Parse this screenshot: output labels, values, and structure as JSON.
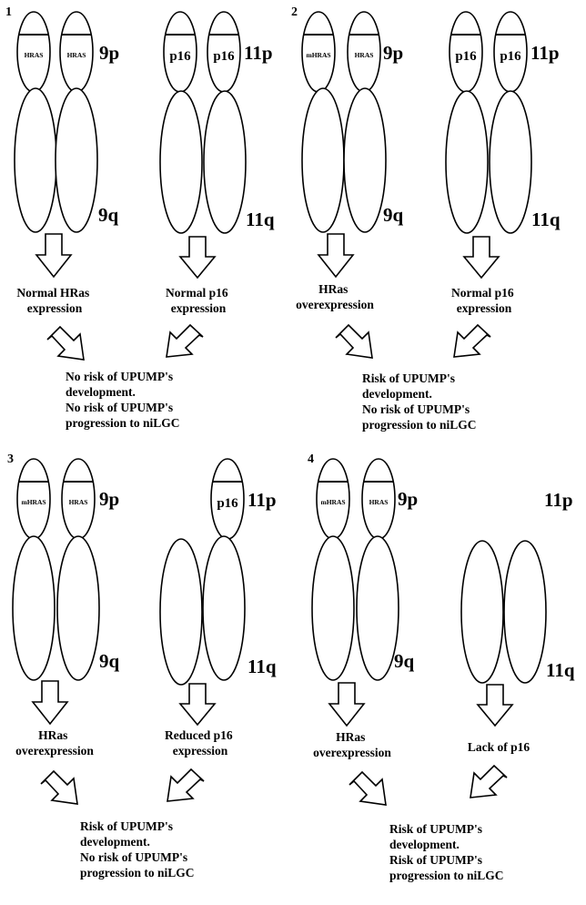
{
  "panels": [
    {
      "number": "1",
      "chr9": {
        "gene_left": "HRAS",
        "gene_right": "HRAS",
        "p_arm": "9p",
        "q_arm": "9q"
      },
      "chr11": {
        "gene_left": "p16",
        "gene_right": "p16",
        "p_arm": "11p",
        "q_arm": "11q"
      },
      "left_label": [
        "Normal HRas",
        "expression"
      ],
      "right_label": [
        "Normal p16",
        "expression"
      ],
      "result": [
        "No risk of UPUMP's",
        "development.",
        "No risk of UPUMP's",
        "progression to niLGC"
      ]
    },
    {
      "number": "2",
      "chr9": {
        "gene_left": "mHRAS",
        "gene_right": "HRAS",
        "p_arm": "9p",
        "q_arm": "9q"
      },
      "chr11": {
        "gene_left": "p16",
        "gene_right": "p16",
        "p_arm": "11p",
        "q_arm": "11q"
      },
      "left_label": [
        "HRas",
        "overexpression"
      ],
      "right_label": [
        "Normal p16",
        "expression"
      ],
      "result": [
        "Risk of UPUMP's",
        "development.",
        "No risk of UPUMP's",
        "progression to niLGC"
      ]
    },
    {
      "number": "3",
      "chr9": {
        "gene_left": "mHRAS",
        "gene_right": "HRAS",
        "p_arm": "9p",
        "q_arm": "9q"
      },
      "chr11": {
        "gene_left": "",
        "gene_right": "p16",
        "p_arm": "11p",
        "q_arm": "11q"
      },
      "left_label": [
        "HRas",
        "overexpression"
      ],
      "right_label": [
        "Reduced p16",
        "expression"
      ],
      "result": [
        "Risk of UPUMP's",
        "development.",
        "No risk of UPUMP's",
        "progression to niLGC"
      ]
    },
    {
      "number": "4",
      "chr9": {
        "gene_left": "mHRAS",
        "gene_right": "HRAS",
        "p_arm": "9p",
        "q_arm": "9q"
      },
      "chr11": {
        "gene_left": "",
        "gene_right": "",
        "p_arm": "11p",
        "q_arm": "11q"
      },
      "left_label": [
        "HRas",
        "overexpression"
      ],
      "right_label": [
        "Lack of p16"
      ],
      "result": [
        "Risk of UPUMP's",
        "development.",
        "Risk of UPUMP's",
        "progression to niLGC"
      ]
    }
  ]
}
